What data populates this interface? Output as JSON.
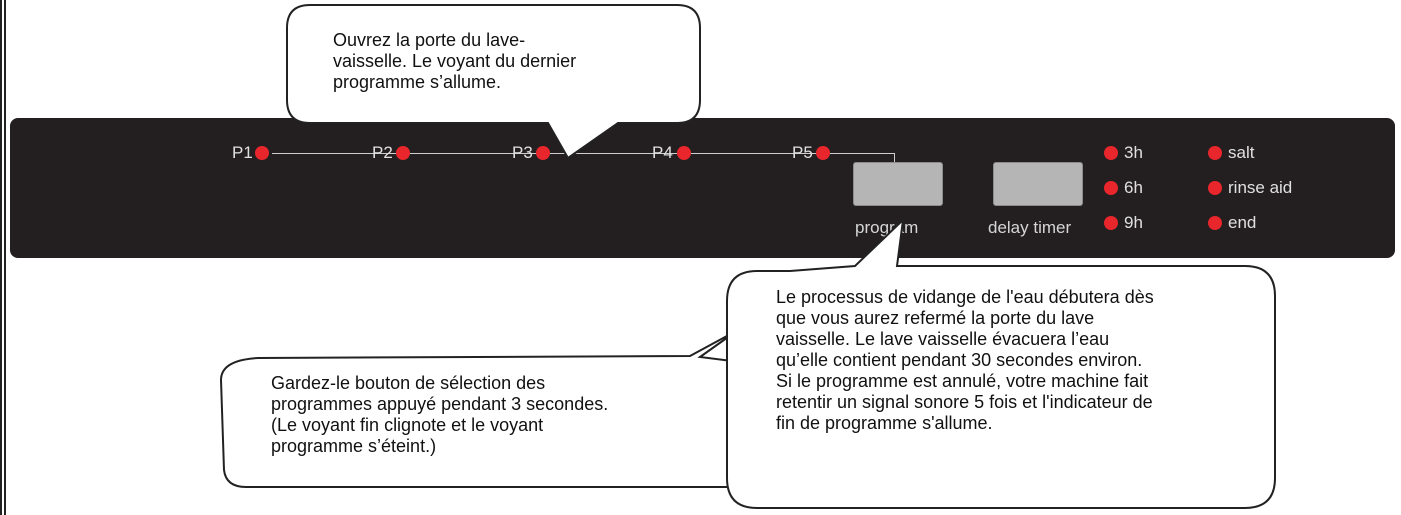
{
  "panel": {
    "programs": [
      "P1",
      "P2",
      "P3",
      "P4",
      "P5"
    ],
    "buttons": {
      "program": "program",
      "delay_timer": "delay timer"
    },
    "delay_indicators": [
      "3h",
      "6h",
      "9h"
    ],
    "status_indicators": [
      "salt",
      "rinse aid",
      "end"
    ],
    "colors": {
      "panel": "#231f20",
      "led": "#e8262b",
      "button": "#b5b5b5"
    }
  },
  "callouts": {
    "top": {
      "lines": [
        "Ouvrez la porte du lave-",
        "vaisselle. Le voyant du dernier",
        "programme s’allume."
      ]
    },
    "bottom_left": {
      "lines": [
        "Gardez-le bouton de sélection des",
        "programmes appuyé pendant 3 secondes.",
        "(Le voyant fin clignote et le voyant",
        "programme s’éteint.)"
      ]
    },
    "bottom_right": {
      "lines": [
        "Le processus de vidange de l'eau débutera dès",
        "que vous aurez refermé la porte du lave",
        "vaisselle. Le lave vaisselle évacuera l’eau",
        "qu’elle contient pendant 30 secondes environ.",
        "Si le programme est annulé, votre machine fait",
        "retentir un signal sonore 5 fois et l'indicateur de",
        "fin de programme s'allume."
      ]
    }
  }
}
